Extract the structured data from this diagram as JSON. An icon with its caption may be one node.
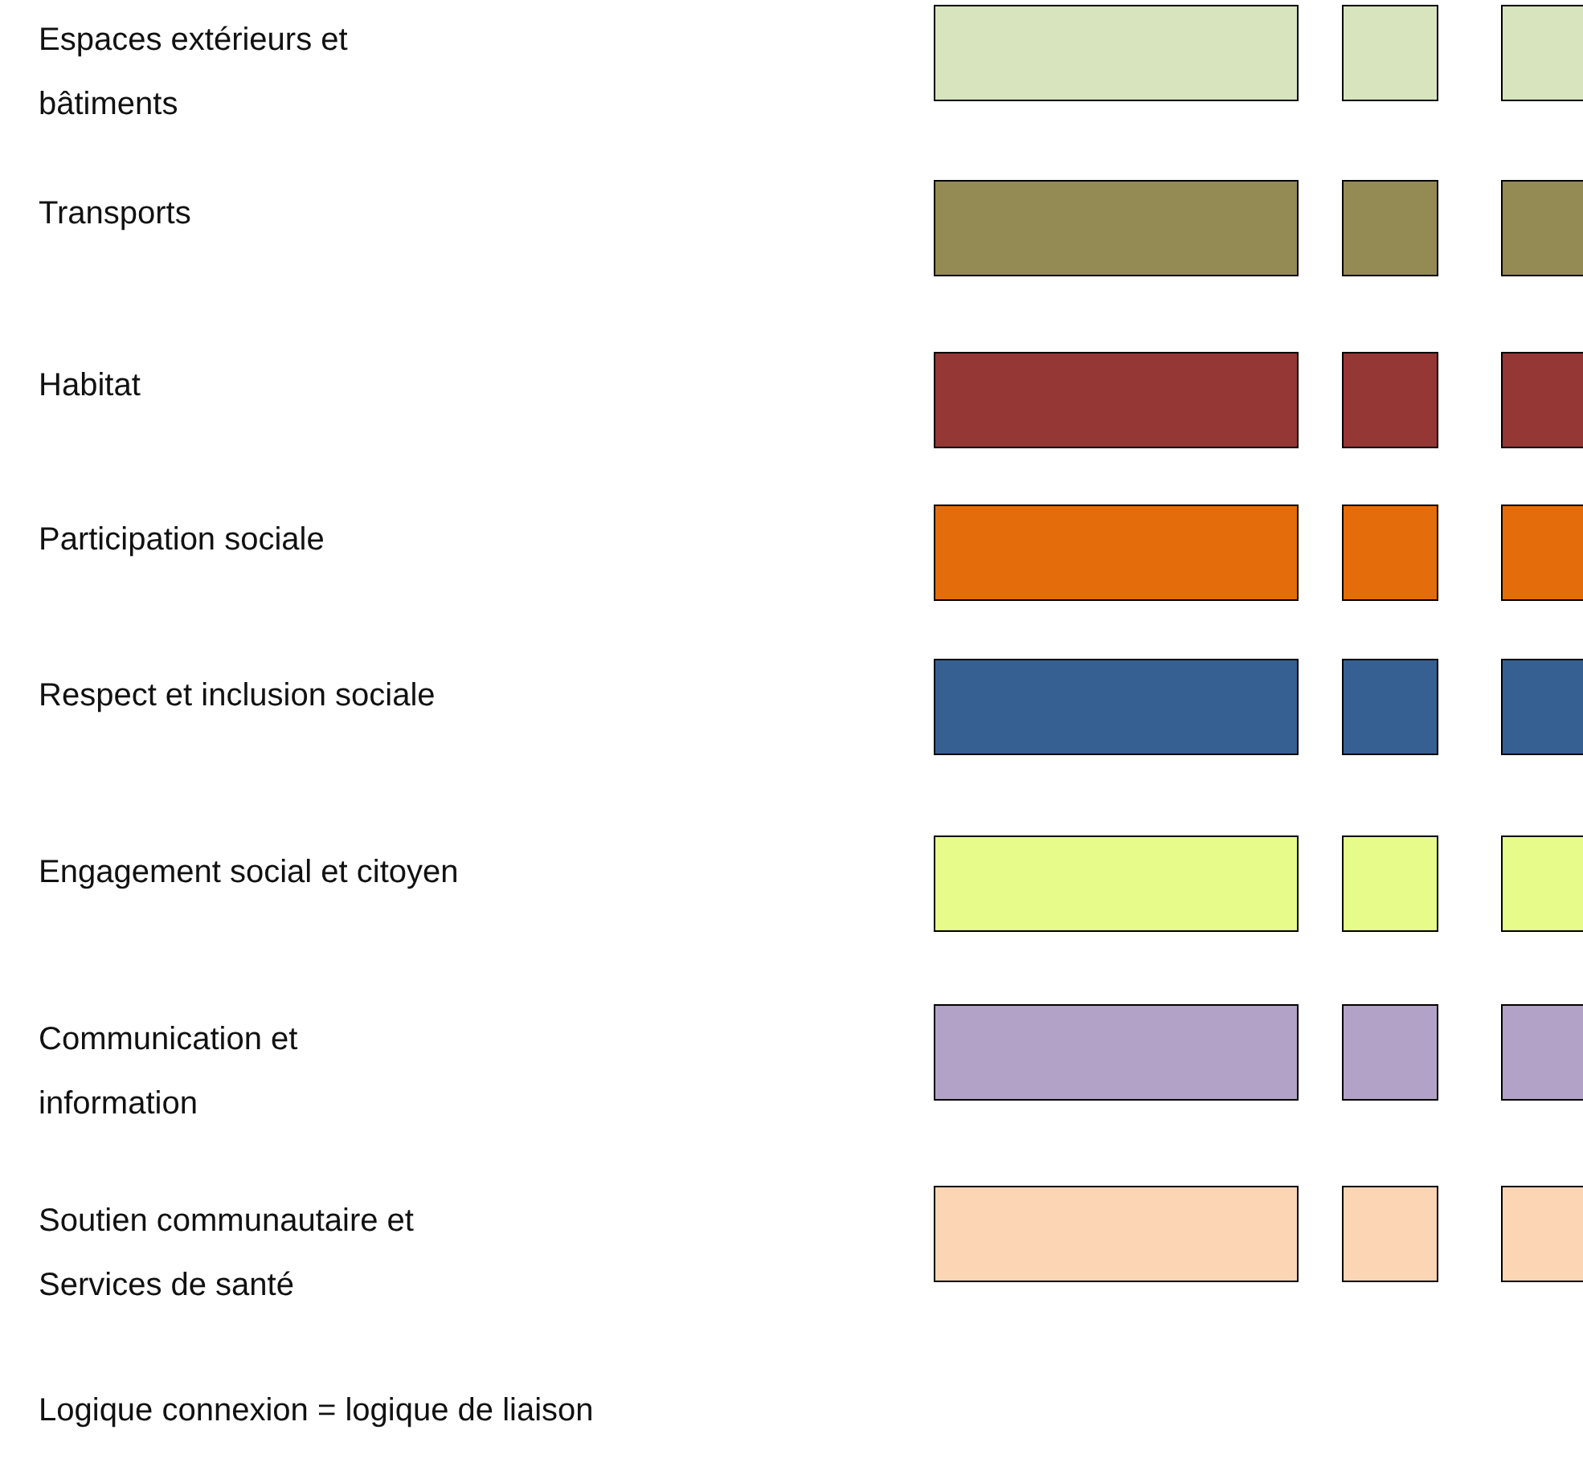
{
  "diagram": {
    "legend": [
      {
        "text": "Espaces extérieurs et bâtiments",
        "color": "#d7e4bd"
      },
      {
        "text": "Transports",
        "color": "#948a54"
      },
      {
        "text": "Habitat",
        "color": "#953735"
      },
      {
        "text": "Participation sociale",
        "color": "#e46c0a"
      },
      {
        "text": "Respect et inclusion sociale",
        "color": "#376092"
      },
      {
        "text": "Engagement social et citoyen",
        "color": "#e6fb8a"
      },
      {
        "text": "Communication et information",
        "color": "#b3a2c7"
      },
      {
        "text": "Soutien communautaire et Services de santé",
        "color": "#fcd5b5"
      }
    ],
    "labels": [
      "Logique connexion = logique de liaison"
    ]
  }
}
